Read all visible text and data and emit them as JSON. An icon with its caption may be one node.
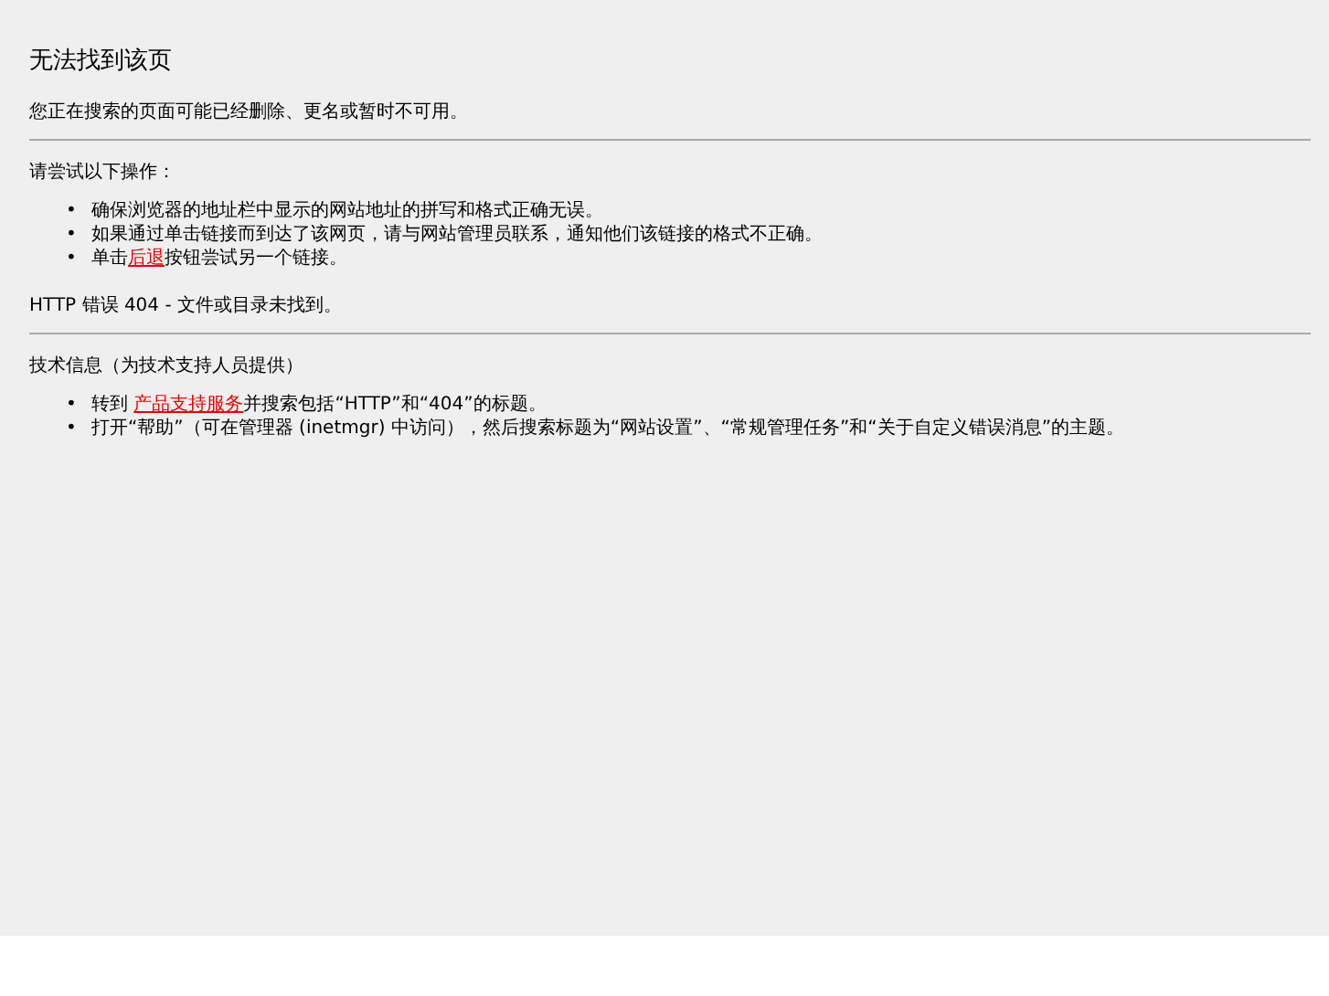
{
  "diagram": {
    "title": "无法找到该页",
    "labels": [
      "您正在搜索的页面可能已经删除、更名或暂时不可用。",
      "请尝试以下操作：",
      "•",
      "确保浏览器的地址栏中显示的网站地址的拼写和格式正确无误。",
      "•",
      "如果通过单击链接而到达了该网页，请与网站管理员联系，通知他们该链接的格式不正确。",
      "•",
      "单击",
      "后退",
      "按钮尝试另一个链接。",
      "HTTP 错误 404 - 文件或目录未找到。",
      "技术信息（为技术支持人员提供）",
      "•",
      "转到 ",
      "产品支持服务",
      "并搜索包括“HTTP”和“404”的标题。",
      "•",
      "打开“帮助”（可在管理器 (inetmgr) 中访问），然后搜索标题为“网站设置”、“常规管理任务”和“关于自定义错误消息”的主题。"
    ]
  }
}
